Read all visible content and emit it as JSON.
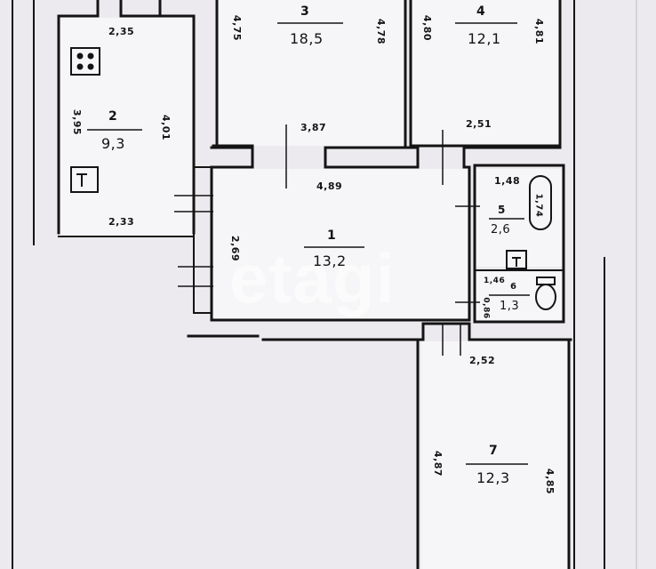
{
  "colors": {
    "background": "#eceaef",
    "wall": "#141414",
    "room": "#f6f6f8"
  },
  "watermark": "etagi",
  "rooms": {
    "r1": {
      "num": "1",
      "area": "13,2"
    },
    "r2": {
      "num": "2",
      "area": "9,3"
    },
    "r3": {
      "num": "3",
      "area": "18,5"
    },
    "r4": {
      "num": "4",
      "area": "12,1"
    },
    "r5": {
      "num": "5",
      "area": "2,6"
    },
    "r6": {
      "num": "6",
      "area": "1,3"
    },
    "r7": {
      "num": "7",
      "area": "12,3"
    }
  },
  "dims": {
    "d235": "2,35",
    "d395": "3,95",
    "d401": "4,01",
    "d233": "2,33",
    "d475": "4,75",
    "d478": "4,78",
    "d387": "3,87",
    "d480": "4,80",
    "d481": "4,81",
    "d251": "2,51",
    "d489": "4,89",
    "d269": "2,69",
    "d148": "1,48",
    "d174": "1,74",
    "d146": "1,46",
    "d086": "0,86",
    "d252": "2,52",
    "d487": "4,87",
    "d485": "4,85"
  },
  "icons": [
    "stove-icon",
    "boiler-icon",
    "bathtub-icon",
    "toilet-icon",
    "sink-icon"
  ]
}
